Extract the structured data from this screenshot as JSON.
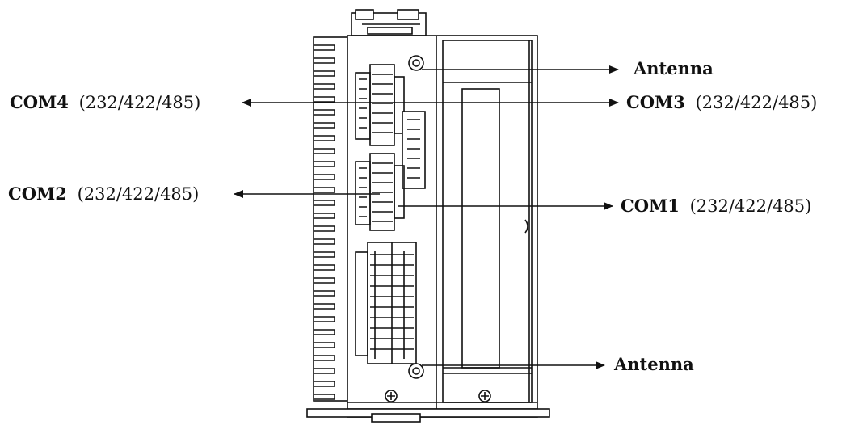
{
  "labels": {
    "antenna_top": "Antenna",
    "antenna_bottom": "Antenna",
    "com4": {
      "name": "COM4",
      "modes": "(232/422/485)"
    },
    "com3": {
      "name": "COM3",
      "modes": "(232/422/485)"
    },
    "com2": {
      "name": "COM2",
      "modes": "(232/422/485)"
    },
    "com1": {
      "name": "COM1",
      "modes": "(232/422/485)"
    }
  },
  "colors": {
    "line": "#111111",
    "background": "#ffffff"
  }
}
